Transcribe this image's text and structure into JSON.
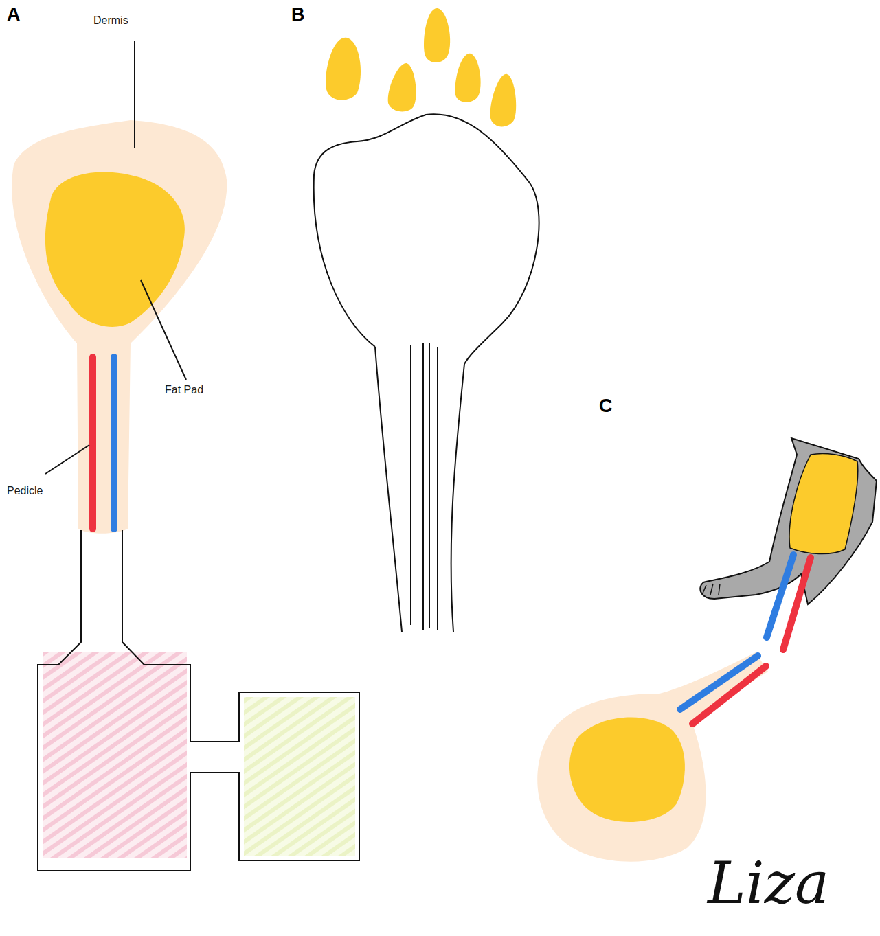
{
  "diagram": {
    "labels": [
      "A",
      "B",
      "Dermis",
      "Fat Pad",
      "C",
      "Pedicle",
      "Liza"
    ]
  }
}
